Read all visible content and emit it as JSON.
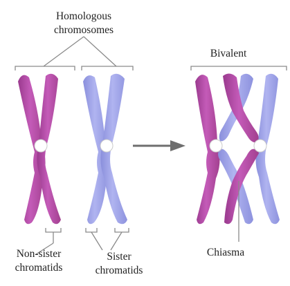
{
  "labels": {
    "homologous_line1": "Homologous",
    "homologous_line2": "chromosomes",
    "bivalent": "Bivalent",
    "non_sister_line1": "Non-sister",
    "non_sister_line2": "chromatids",
    "sister_line1": "Sister",
    "sister_line2": "chromatids",
    "chiasma": "Chiasma"
  },
  "colors": {
    "magenta_chromosome": "#b34aa6",
    "lavender_chromosome": "#9b9fe6",
    "centromere": "#ffffff",
    "arrow": "#6e6e6e",
    "bracket": "#8a8a8a"
  }
}
